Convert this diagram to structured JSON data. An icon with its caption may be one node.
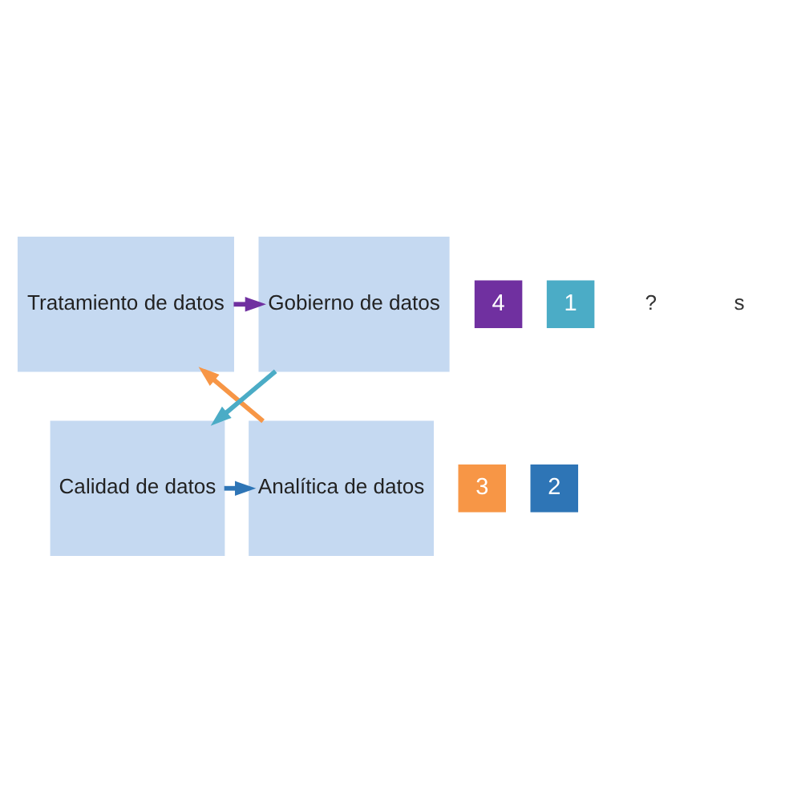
{
  "diagram": {
    "nodes": [
      {
        "text": [
          "Tratamiento de datos"
        ]
      },
      {
        "text": [
          "Gobierno de datos"
        ]
      },
      {
        "text": [
          "Analítica de datos"
        ]
      },
      {
        "text": [
          "Calidad de datos"
        ]
      },
      {
        "text": [
          "4"
        ]
      },
      {
        "text": [
          "1"
        ]
      },
      {
        "text": [
          "3"
        ]
      },
      {
        "text": [
          "2"
        ]
      }
    ],
    "edges": [
      {
        "from": 0,
        "to": 1,
        "arrow": "to",
        "color": "#7030a0"
      },
      {
        "from": 1,
        "to": 3,
        "arrow": "to",
        "color": "#4bacc6"
      },
      {
        "from": 3,
        "to": 2,
        "arrow": "to",
        "color": "#2e75b6"
      },
      {
        "from": 2,
        "to": 0,
        "arrow": "to",
        "color": "#f79646"
      }
    ],
    "labels": [
      "?",
      "s"
    ]
  }
}
